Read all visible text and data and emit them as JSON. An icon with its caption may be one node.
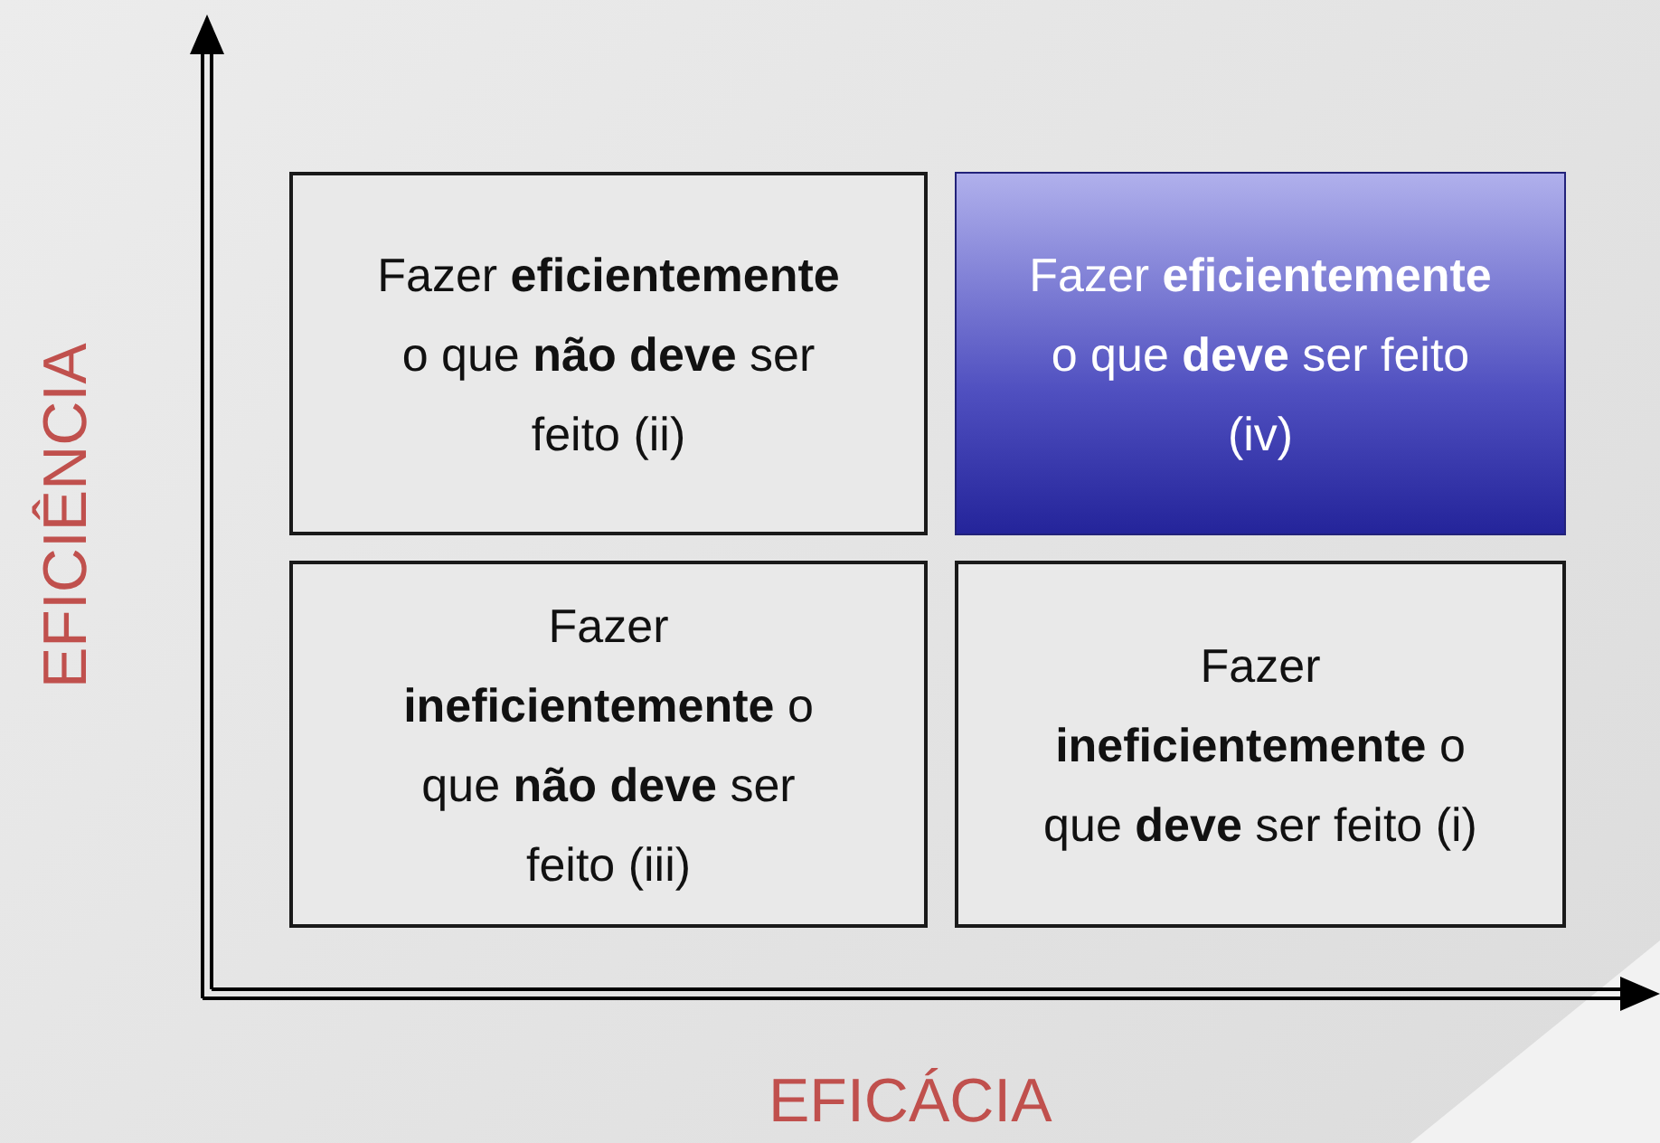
{
  "diagram": {
    "nodes": [
      {
        "text": [
          "Fazer **eficientemente** o que **não deve** ser feito (ii)"
        ]
      },
      {
        "text": [
          "Fazer **eficientemente** o que **deve** ser feito (iv)"
        ]
      },
      {
        "text": [
          "Fazer **ineficientemente** o que **não deve** ser feito (iii)"
        ]
      },
      {
        "text": [
          "Fazer **ineficientemente** o que **deve** ser feito (i)"
        ]
      }
    ],
    "edges": [],
    "labels": [
      "EFICIÊNCIA",
      "EFICÁCIA"
    ]
  }
}
